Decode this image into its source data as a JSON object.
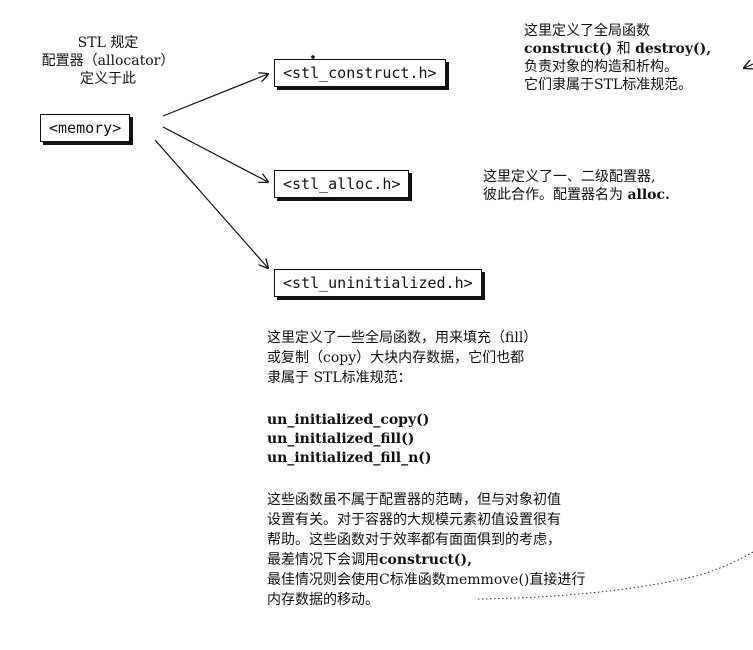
{
  "stl_label": {
    "line1": "STL 规定",
    "line2": "配置器（allocator）",
    "line3": "定义于此"
  },
  "headers": {
    "memory": "<memory>",
    "construct": "<stl_construct.h>",
    "alloc": "<stl_alloc.h>",
    "uninitialized": "<stl_uninitialized.h>"
  },
  "construct_note": {
    "line1": "这里定义了全局函数",
    "fn1": "construct()",
    "and": " 和 ",
    "fn2": "destroy(),",
    "line3": "负责对象的构造和析构。",
    "line4": "它们隶属于STL标准规范。"
  },
  "alloc_note": {
    "line1": "这里定义了一、二级配置器,",
    "line2_pre": "彼此合作。配置器名为 ",
    "line2_fn": "alloc."
  },
  "uninit_note": {
    "p1_line1": "这里定义了一些全局函数，用来填充（fill）",
    "p1_line2": "或复制（copy）大块内存数据，它们也都",
    "p1_line3": "隶属于 STL标准规范：",
    "functions": [
      "un_initialized_copy()",
      "un_initialized_fill()",
      "un_initialized_fill_n()"
    ],
    "p2_line1": "这些函数虽不属于配置器的范畴，但与对象初值",
    "p2_line2": "设置有关。对于容器的大规模元素初值设置很有",
    "p2_line3": "帮助。这些函数对于效率都有面面俱到的考虑，",
    "p2_line4_pre": "最差情况下会调用",
    "p2_line4_fn": "construct(),",
    "p2_line5": "最佳情况则会使用C标准函数memmove()直接进行",
    "p2_line6": "内存数据的移动。"
  },
  "colors": {
    "ink": "#111111",
    "background": "#ffffff"
  }
}
